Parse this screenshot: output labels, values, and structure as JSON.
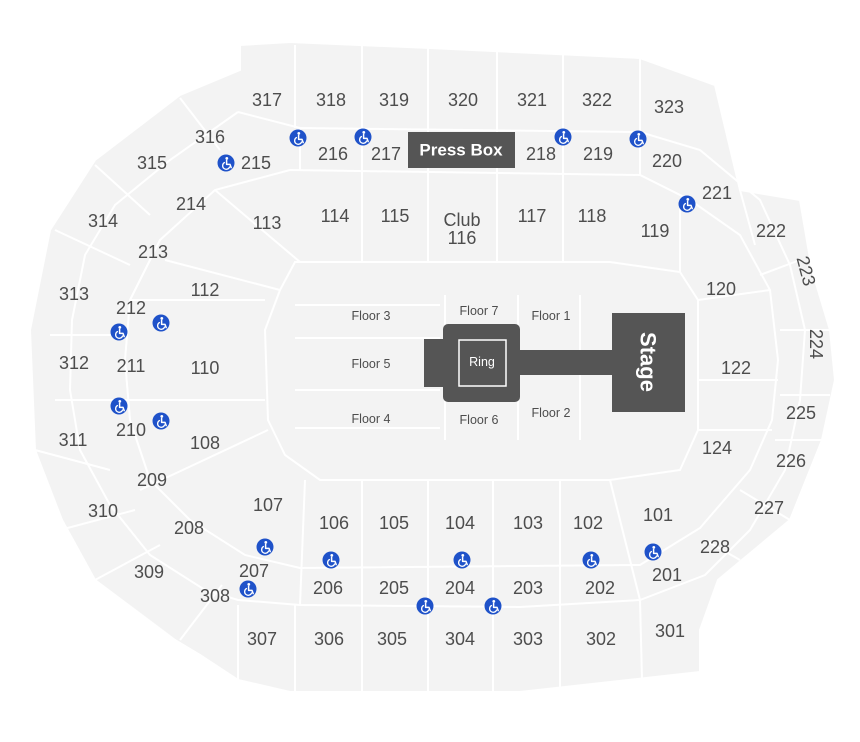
{
  "sections": {
    "s101": "101",
    "s102": "102",
    "s103": "103",
    "s104": "104",
    "s105": "105",
    "s106": "106",
    "s107": "107",
    "s108": "108",
    "s110": "110",
    "s112": "112",
    "s113": "113",
    "s114": "114",
    "s115": "115",
    "s117": "117",
    "s118": "118",
    "s119": "119",
    "s120": "120",
    "s122": "122",
    "s124": "124",
    "s201": "201",
    "s202": "202",
    "s203": "203",
    "s204": "204",
    "s205": "205",
    "s206": "206",
    "s207": "207",
    "s208": "208",
    "s209": "209",
    "s210": "210",
    "s211": "211",
    "s212": "212",
    "s213": "213",
    "s214": "214",
    "s215": "215",
    "s216": "216",
    "s217": "217",
    "s218": "218",
    "s219": "219",
    "s220": "220",
    "s221": "221",
    "s222": "222",
    "s223": "223",
    "s224": "224",
    "s225": "225",
    "s226": "226",
    "s227": "227",
    "s228": "228",
    "s301": "301",
    "s302": "302",
    "s303": "303",
    "s304": "304",
    "s305": "305",
    "s306": "306",
    "s307": "307",
    "s308": "308",
    "s309": "309",
    "s310": "310",
    "s311": "311",
    "s312": "312",
    "s313": "313",
    "s314": "314",
    "s315": "315",
    "s316": "316",
    "s317": "317",
    "s318": "318",
    "s319": "319",
    "s320": "320",
    "s321": "321",
    "s322": "322",
    "s323": "323"
  },
  "club": {
    "line1": "Club",
    "line2": "116"
  },
  "floors": {
    "f1": "Floor 1",
    "f2": "Floor 2",
    "f3": "Floor 3",
    "f4": "Floor 4",
    "f5": "Floor 5",
    "f6": "Floor 6",
    "f7": "Floor 7"
  },
  "press_box": "Press Box",
  "ring": "Ring",
  "stage": "Stage",
  "icons": {
    "accessible": "wheelchair-accessible-icon"
  },
  "colors": {
    "seating": "#f3f3f3",
    "label": "#4d4d4d",
    "press_box": "#555555",
    "stage": "#555555",
    "accessible_icon": "#1f52c9"
  }
}
